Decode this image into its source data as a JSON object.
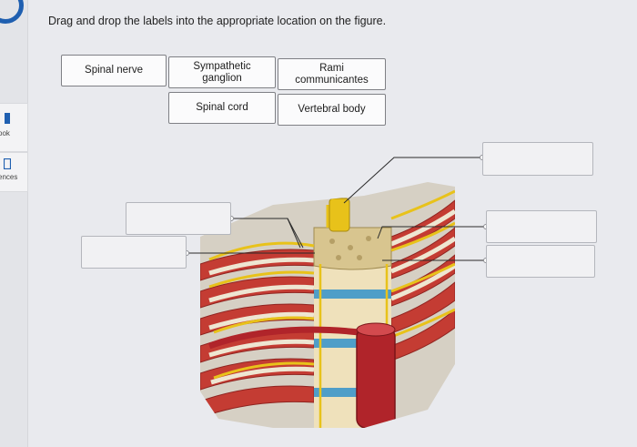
{
  "instruction": "Drag and drop the labels into the appropriate location on the figure.",
  "sidebar": {
    "items": [
      {
        "label": "ook"
      },
      {
        "label": "ences"
      }
    ]
  },
  "labels": [
    {
      "text": "Spinal nerve"
    },
    {
      "text": "Sympathetic ganglion"
    },
    {
      "text": "Rami communicantes"
    },
    {
      "text": "Spinal cord"
    },
    {
      "text": "Vertebral body"
    }
  ],
  "colors": {
    "brand": "#1f5fb0",
    "muscle": "#c43c33",
    "nerve": "#e8c21a",
    "bone": "#f2e2b5",
    "disc": "#4f9ec8",
    "vessel": "#b0242a"
  }
}
